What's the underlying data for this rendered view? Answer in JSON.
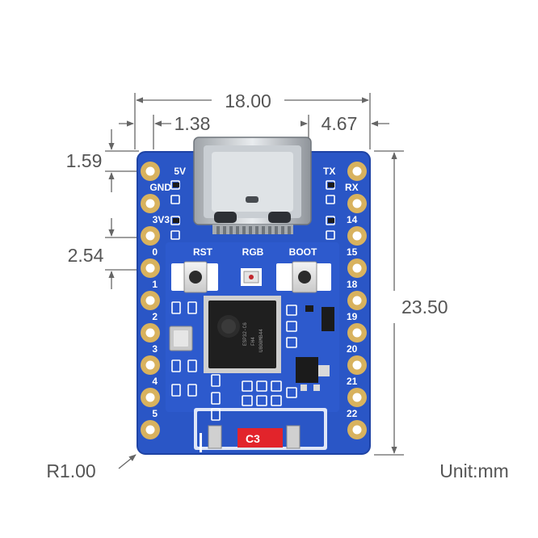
{
  "dimensions": {
    "width": "18.00",
    "left_offset": "1.38",
    "right_offset": "4.67",
    "top_pin": "1.59",
    "pitch": "2.54",
    "height": "23.50",
    "corner_radius": "R1.00",
    "unit": "Unit:mm"
  },
  "board": {
    "left_pins": [
      "5V",
      "GND",
      "3V3",
      "0",
      "1",
      "2",
      "3",
      "4",
      "5"
    ],
    "right_pins": [
      "TX",
      "RX",
      "14",
      "15",
      "18",
      "19",
      "20",
      "21",
      "22"
    ],
    "button_rst": "RST",
    "led_rgb": "RGB",
    "button_boot": "BOOT",
    "chip_lines": [
      "ESP32-C6",
      "FH4",
      "U800MB44"
    ],
    "antenna_label": "C3"
  },
  "colors": {
    "board": "#2a56c6",
    "board_edge": "#1e43a4",
    "pad_gold": "#d8b25e",
    "dimension_line": "#666666",
    "antenna_red": "#e2242b"
  }
}
